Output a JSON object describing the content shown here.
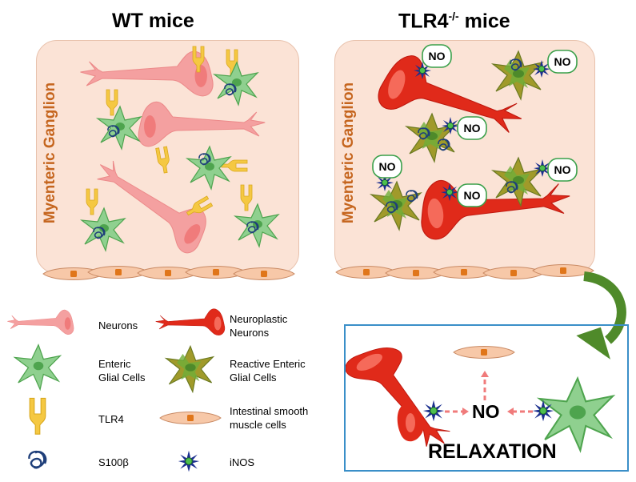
{
  "panels": {
    "wt_title": "WT mice",
    "tlr4_title_main": "TLR4",
    "tlr4_title_sup": "-/-",
    "tlr4_title_suffix": " mice",
    "ganglion_label": "Myenteric Ganglion"
  },
  "no_label": "NO",
  "legend": {
    "neurons": "Neurons",
    "neuroplastic_neurons": "Neuroplastic\nNeurons",
    "enteric_glial": "Enteric\nGlial Cells",
    "reactive_glial": "Reactive Enteric\nGlial Cells",
    "tlr4": "TLR4",
    "smooth_muscle": "Intestinal smooth\nmuscle cells",
    "s100b": "S100β",
    "inos": "iNOS"
  },
  "relaxation_box": {
    "no": "NO",
    "title": "RELAXATION"
  },
  "colors": {
    "neuron": "#f4a0a0",
    "neuroplastic_neuron": "#e02a1a",
    "glial": "#8fd08f",
    "reactive_glial": "#a09a2a",
    "tlr4": "#f5c842",
    "smooth_muscle": "#f7c8a8",
    "ganglion_bg": "#fbe3d6",
    "inos": "#1b2f8f",
    "box_border": "#3a8fc8",
    "arrow": "#4f8a2a"
  }
}
